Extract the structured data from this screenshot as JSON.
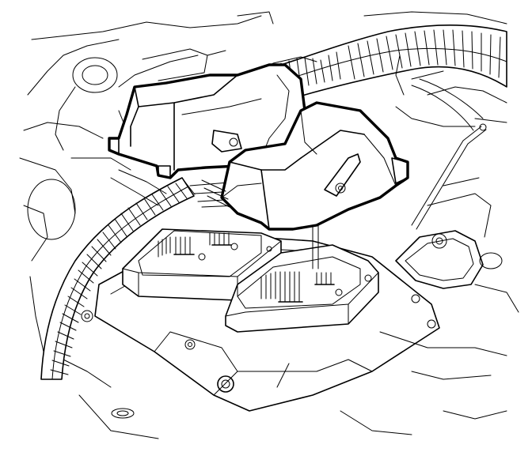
{
  "illustration": {
    "style": "line-art",
    "stroke_color": "#000000",
    "background_color": "#ffffff",
    "components": [
      "main-wiring-harness",
      "left-harness-connector",
      "right-harness-connector",
      "left-control-module-socket",
      "right-control-module-socket",
      "module-mounting-plate",
      "mounting-bolts",
      "right-bracket"
    ]
  }
}
